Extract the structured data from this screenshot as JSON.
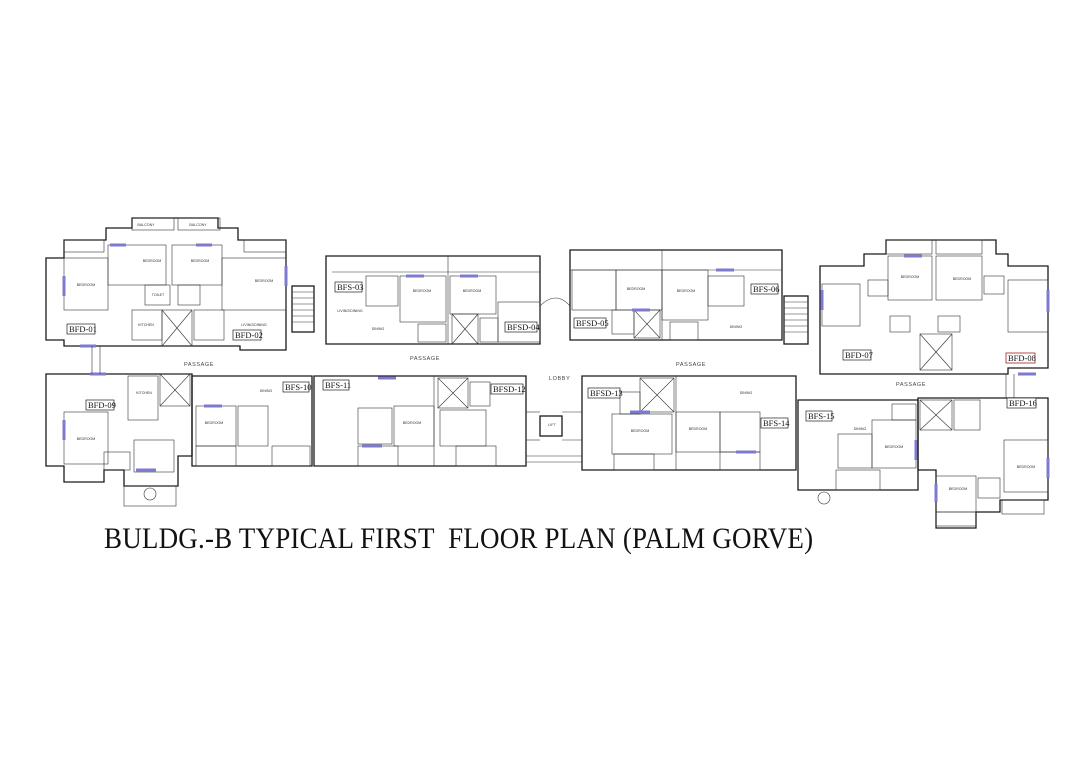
{
  "title": "BULDG.-B TYPICAL FIRST  FLOOR PLAN (PALM GORVE)",
  "flat_tags": [
    "BFD-01",
    "BFD-02",
    "BFS-03",
    "BFSD-04",
    "BFSD-05",
    "BFS-06",
    "BFD-07",
    "BFD-08",
    "BFD-09",
    "BFS-10",
    "BFS-11",
    "BFSD-12",
    "BFSD-13",
    "BFS-14",
    "BFS-15",
    "BFD-16"
  ],
  "corridor_labels": [
    "PASSAGE",
    "PASSAGE",
    "PASSAGE",
    "PASSAGE",
    "LOBBY"
  ],
  "room_labels": {
    "balcony": "BALCONY",
    "bedroom": "BEDROOM",
    "toilet": "TOILET",
    "kitchen": "KITCHEN",
    "living": "LIVING/DINING",
    "dining": "DINING",
    "lift": "LIFT"
  },
  "colors": {
    "line": "#1a1a1a",
    "window": "#7d7bd0",
    "highlight_tag": "#b23a3a"
  }
}
